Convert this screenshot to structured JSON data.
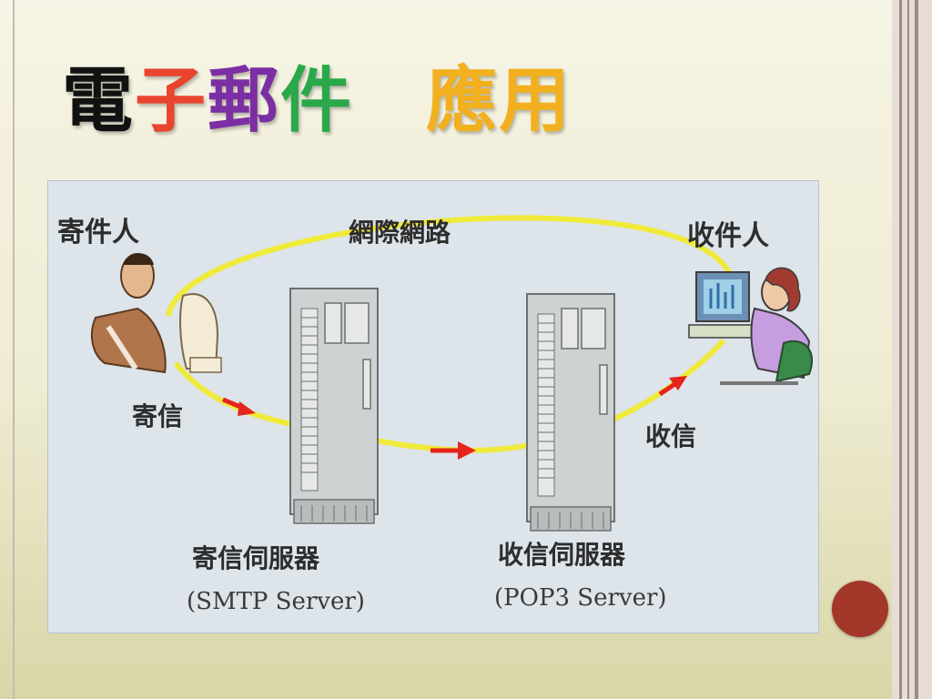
{
  "slide": {
    "title": [
      {
        "text": "電",
        "color": "#111111"
      },
      {
        "text": "子",
        "color": "#e8452f"
      },
      {
        "text": "郵",
        "color": "#7b2fa3"
      },
      {
        "text": "件",
        "color": "#2aa84a"
      },
      {
        "text": "　",
        "color": "#111111"
      },
      {
        "text": "應用",
        "color": "#f2b01e"
      }
    ]
  },
  "diagram": {
    "sender_label": "寄件人",
    "internet_label": "網際網路",
    "receiver_label": "收件人",
    "send_label": "寄信",
    "receive_label": "收信",
    "smtp_label": "寄信伺服器",
    "smtp_sub": "(SMTP Server)",
    "pop3_label": "收信伺服器",
    "pop3_sub": "(POP3 Server)",
    "colors": {
      "ring": "#f0ea3a",
      "arrow": "#e5241b",
      "server": "#cfd2d2",
      "background": "#dde4ea"
    }
  }
}
